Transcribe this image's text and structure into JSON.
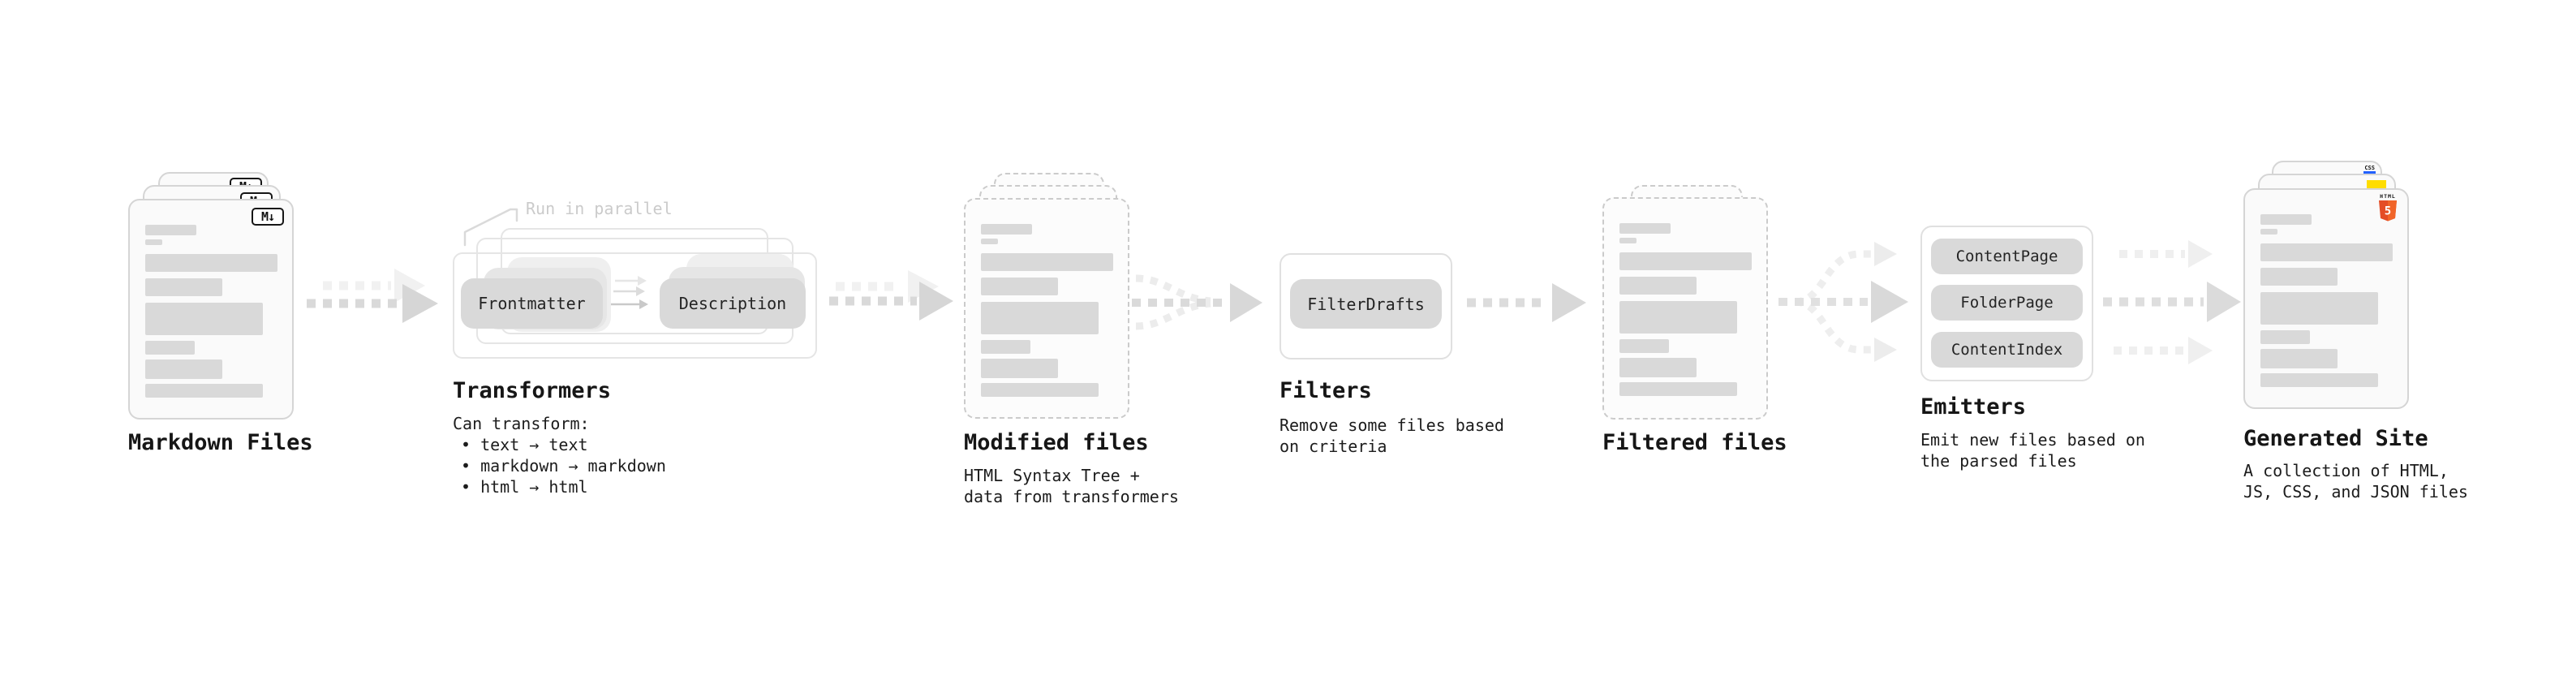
{
  "stages": {
    "markdown_files": {
      "title": "Markdown Files",
      "badge": "M↓"
    },
    "transformers": {
      "title": "Transformers",
      "callout": "Run in parallel",
      "pills": {
        "frontmatter": "Frontmatter",
        "description": "Description"
      },
      "description_lines": [
        "Can transform:",
        "• text → text",
        "• markdown → markdown",
        "• html → html"
      ]
    },
    "modified_files": {
      "title": "Modified files",
      "description_lines": [
        "HTML Syntax Tree +",
        "data from transformers"
      ]
    },
    "filters": {
      "title": "Filters",
      "pills": {
        "filter_drafts": "FilterDrafts"
      },
      "description_lines": [
        "Remove some files based",
        "on criteria"
      ]
    },
    "filtered_files": {
      "title": "Filtered files"
    },
    "emitters": {
      "title": "Emitters",
      "pills": {
        "content_page": "ContentPage",
        "folder_page": "FolderPage",
        "content_index": "ContentIndex"
      },
      "description_lines": [
        "Emit new files based on",
        "the parsed files"
      ]
    },
    "generated_site": {
      "title": "Generated Site",
      "badges": {
        "css": "CSS",
        "html_word": "HTML",
        "html_number": "5"
      },
      "description_lines": [
        "A collection of HTML,",
        "JS, CSS, and JSON files"
      ]
    }
  },
  "colors": {
    "html5_orange": "#e44d26",
    "html5_orange_light": "#f16529",
    "js_yellow": "#ffdd00",
    "css_blue": "#2160ff",
    "placeholder_gray": "#d9d9d9"
  },
  "doc_placeholder_bars": [
    {
      "w": 63,
      "h": 13,
      "mb": 5
    },
    {
      "w": 21,
      "h": 7,
      "mb": 11
    },
    {
      "w": 163,
      "h": 22,
      "mb": 8
    },
    {
      "w": 95,
      "h": 22,
      "mb": 8
    },
    {
      "w": 145,
      "h": 40,
      "mb": 7
    },
    {
      "w": 61,
      "h": 17,
      "mb": 6
    },
    {
      "w": 95,
      "h": 24,
      "mb": 6
    },
    {
      "w": 145,
      "h": 17,
      "mb": 0
    }
  ]
}
